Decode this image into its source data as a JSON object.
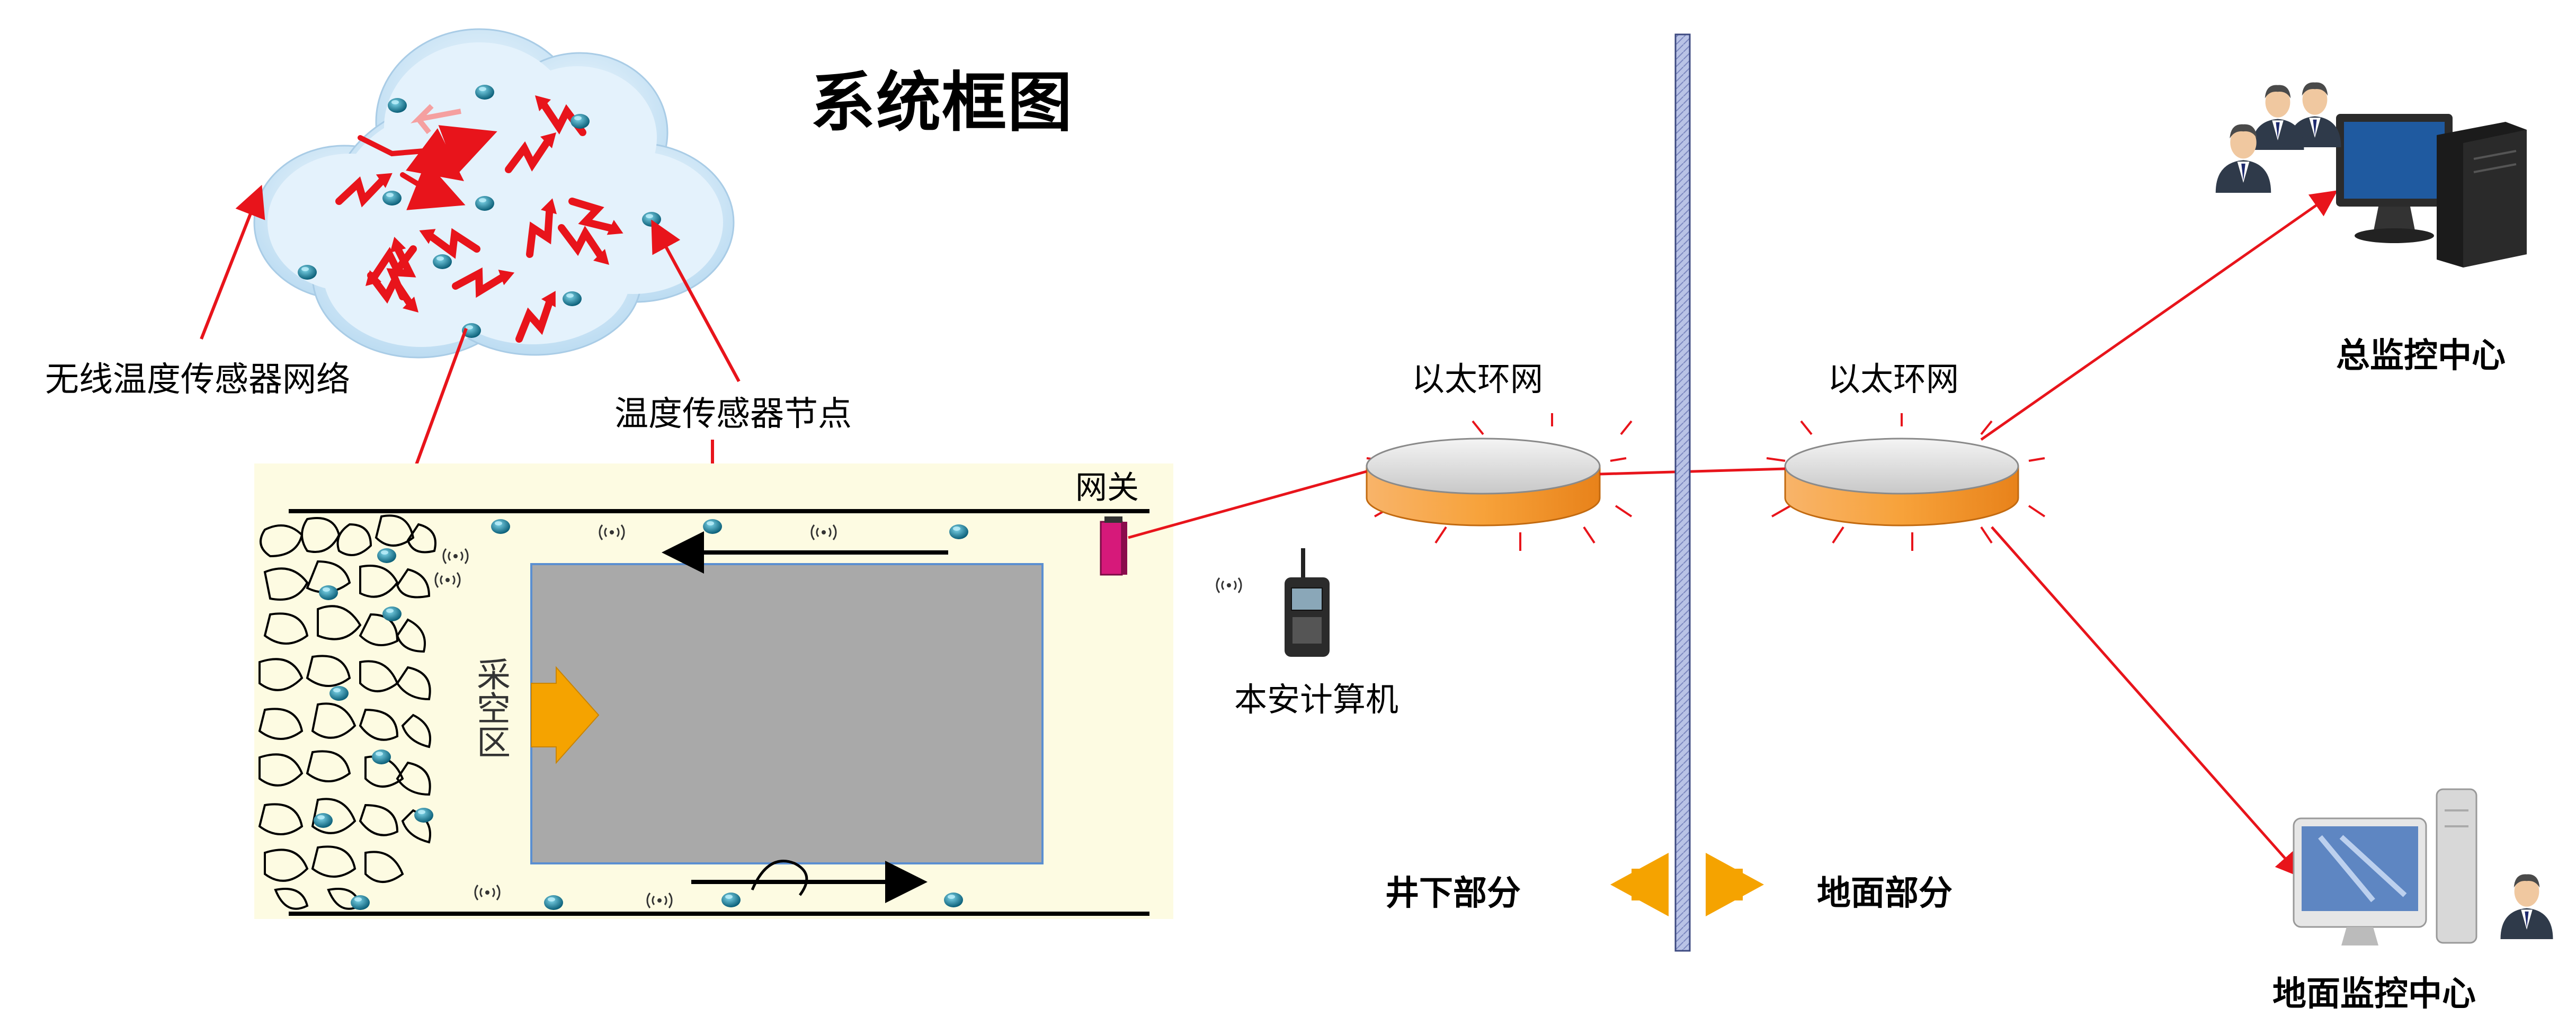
{
  "title": "系统框图",
  "labels": {
    "wireless_network": "无线温度传感器网络",
    "sensor_node": "温度传感器节点",
    "gateway": "网关",
    "goaf": "采空区",
    "intrinsic_computer": "本安计算机",
    "ethernet_left": "以太环网",
    "ethernet_right": "以太环网",
    "underground": "井下部分",
    "surface": "地面部分",
    "main_monitor": "总监控中心",
    "ground_monitor": "地面监控中心"
  },
  "colors": {
    "arrow_red": "#e8141b",
    "ring_orange": "#f7931e",
    "ring_top": "#d8d8d8",
    "divider_fill": "#aab4dc",
    "panel_bg": "#fdfbe2",
    "face_gray": "#a9a9a9",
    "face_border": "#5b8fd1",
    "node_teal": "#1a8aa6",
    "big_arrow": "#f5a300",
    "cloud": "#d6ebf8"
  }
}
